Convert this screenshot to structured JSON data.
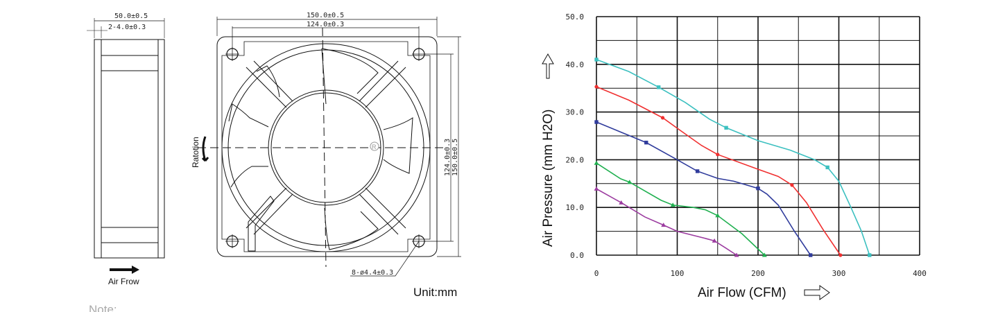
{
  "drawing": {
    "side_width_dim": "50.0±0.5",
    "side_rib_dim": "2-4.0±0.3",
    "airflow_label": "Air Frow",
    "front_width_dim": "150.0±0.5",
    "front_hole_dim": "124.0±0.3",
    "front_height_hole_dim": "124.0±0.3",
    "front_height_dim": "150.0±0.5",
    "hole_dim": "8-ø4.4±0.3",
    "rotation_label": "Ratotion",
    "registered_mark": "R",
    "unit_label": "Unit:mm",
    "note_label": "Note:"
  },
  "chart_data": {
    "type": "line",
    "title": "",
    "xlabel": "Air Flow (CFM)",
    "ylabel": "Air Pressure (mm H2O)",
    "xlim": [
      0,
      400
    ],
    "ylim": [
      0,
      50
    ],
    "x_ticks": [
      "0",
      "100",
      "200",
      "300",
      "400"
    ],
    "y_ticks": [
      "0.0",
      "10.0",
      "20.0",
      "30.0",
      "40.0",
      "50.0"
    ],
    "grid": true,
    "series": [
      {
        "name": "cyan",
        "color": "#3cc0c0",
        "marker": "square",
        "points": [
          [
            0,
            41.0
          ],
          [
            40,
            38.5
          ],
          [
            77,
            35.2
          ],
          [
            110,
            32.0
          ],
          [
            140,
            28.5
          ],
          [
            160.6,
            26.7
          ],
          [
            200,
            24.0
          ],
          [
            240,
            22.0
          ],
          [
            270,
            20.0
          ],
          [
            286,
            18.4
          ],
          [
            300,
            15.5
          ],
          [
            315,
            10.0
          ],
          [
            328,
            5.0
          ],
          [
            338,
            0
          ]
        ]
      },
      {
        "name": "red",
        "color": "#f03030",
        "marker": "circle",
        "points": [
          [
            0,
            35.3
          ],
          [
            40,
            32.5
          ],
          [
            82,
            28.8
          ],
          [
            105,
            26.0
          ],
          [
            130,
            23.0
          ],
          [
            150,
            21.1
          ],
          [
            200,
            18.0
          ],
          [
            225,
            16.5
          ],
          [
            242,
            14.7
          ],
          [
            260,
            11.0
          ],
          [
            280,
            5.5
          ],
          [
            302,
            0
          ]
        ]
      },
      {
        "name": "blue",
        "color": "#303c9c",
        "marker": "square",
        "points": [
          [
            0,
            27.9
          ],
          [
            61.6,
            23.6
          ],
          [
            100,
            20.0
          ],
          [
            125,
            17.6
          ],
          [
            150,
            16.1
          ],
          [
            170,
            15.5
          ],
          [
            200,
            14.0
          ],
          [
            211,
            12.8
          ],
          [
            225,
            10.5
          ],
          [
            245,
            5.0
          ],
          [
            265,
            0
          ]
        ]
      },
      {
        "name": "green",
        "color": "#20b050",
        "marker": "triangle",
        "points": [
          [
            0,
            19.3
          ],
          [
            30,
            16.0
          ],
          [
            41,
            15.3
          ],
          [
            80,
            11.5
          ],
          [
            94.6,
            10.5
          ],
          [
            120,
            10.0
          ],
          [
            135,
            9.5
          ],
          [
            150,
            8.3
          ],
          [
            180,
            4.5
          ],
          [
            208,
            0
          ]
        ]
      },
      {
        "name": "purple",
        "color": "#9c3ca0",
        "marker": "triangle",
        "points": [
          [
            0,
            13.9
          ],
          [
            30.7,
            11.0
          ],
          [
            60,
            8.0
          ],
          [
            83,
            6.3
          ],
          [
            100,
            5.0
          ],
          [
            135,
            3.5
          ],
          [
            146,
            3.0
          ],
          [
            160,
            1.5
          ],
          [
            173.5,
            0
          ]
        ]
      }
    ]
  }
}
